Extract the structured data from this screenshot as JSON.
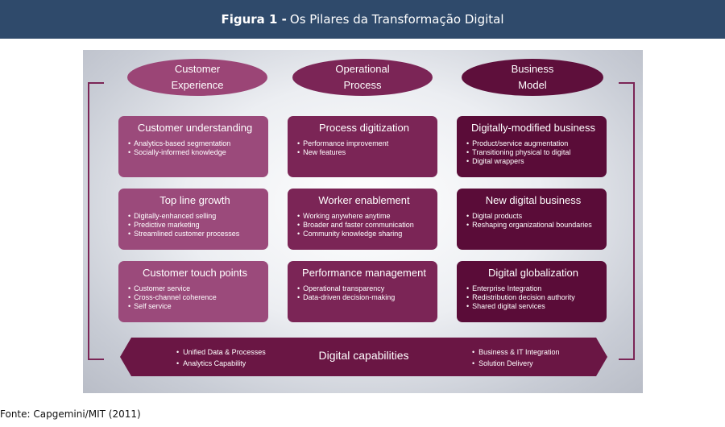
{
  "header": {
    "label": "Figura 1 -",
    "title": "Os Pilares da Transformação Digital"
  },
  "pillars": [
    {
      "line1": "Customer",
      "line2": "Experience"
    },
    {
      "line1": "Operational",
      "line2": "Process"
    },
    {
      "line1": "Business",
      "line2": "Model"
    }
  ],
  "cells": [
    {
      "title": "Customer understanding",
      "items": [
        "Analytics-based segmentation",
        "Socially-informed knowledge"
      ]
    },
    {
      "title": "Process digitization",
      "items": [
        "Performance improvement",
        "New features"
      ]
    },
    {
      "title": "Digitally-modified business",
      "items": [
        "Product/service augmentation",
        "Transitioning physical to digital",
        "Digital wrappers"
      ]
    },
    {
      "title": "Top line growth",
      "items": [
        "Digitally-enhanced selling",
        "Predictive marketing",
        "Streamlined customer processes"
      ]
    },
    {
      "title": "Worker enablement",
      "items": [
        "Working anywhere anytime",
        "Broader and faster communication",
        "Community knowledge sharing"
      ]
    },
    {
      "title": "New digital business",
      "items": [
        "Digital products",
        "Reshaping organizational boundaries"
      ]
    },
    {
      "title": "Customer touch points",
      "items": [
        "Customer service",
        "Cross-channel coherence",
        "Self service"
      ]
    },
    {
      "title": "Performance management",
      "items": [
        "Operational transparency",
        "Data-driven decision-making"
      ]
    },
    {
      "title": "Digital globalization",
      "items": [
        "Enterprise Integration",
        "Redistribution decision authority",
        "Shared digital services"
      ]
    }
  ],
  "capabilities": {
    "title": "Digital capabilities",
    "left_items": [
      "Unified Data & Processes",
      "Analytics Capability"
    ],
    "right_items": [
      "Business & IT Integration",
      "Solution Delivery"
    ]
  },
  "source": "Fonte: Capgemini/MIT (2011)"
}
